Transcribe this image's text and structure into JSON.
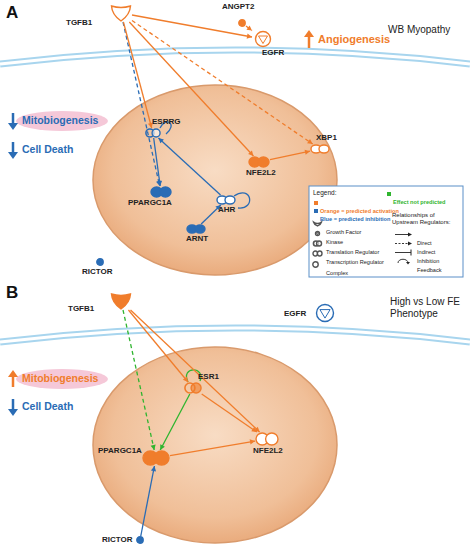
{
  "diagram": {
    "nodes": [
      {
        "text": [
          "TGFB1"
        ]
      },
      {
        "text": [
          "ANGPT2"
        ]
      },
      {
        "text": [
          "EGFR"
        ]
      },
      {
        "text": [
          "ESRRG"
        ]
      },
      {
        "text": [
          "XBP1"
        ]
      },
      {
        "text": [
          "NFE2L2"
        ]
      },
      {
        "text": [
          "PPARGC1A"
        ]
      },
      {
        "text": [
          "AHR"
        ]
      },
      {
        "text": [
          "ARNT"
        ]
      },
      {
        "text": [
          "RICTOR"
        ]
      },
      {
        "text": [
          "TGFB1"
        ]
      },
      {
        "text": [
          "EGFR"
        ]
      },
      {
        "text": [
          "ESR1"
        ]
      },
      {
        "text": [
          "PPARGC1A"
        ]
      },
      {
        "text": [
          "NFE2L2"
        ]
      },
      {
        "text": [
          "RICTOR"
        ]
      }
    ],
    "edges": [
      {
        "from": 0,
        "to": 2,
        "arrow": "to"
      },
      {
        "from": 1,
        "to": 2,
        "arrow": "to"
      },
      {
        "from": 0,
        "to": 6,
        "arrow": "to"
      },
      {
        "from": 0,
        "to": 3,
        "arrow": "to"
      },
      {
        "from": 0,
        "to": 5,
        "arrow": "to"
      },
      {
        "from": 0,
        "to": 4,
        "arrow": "to"
      },
      {
        "from": 3,
        "to": 6,
        "arrow": "to"
      },
      {
        "from": 7,
        "to": 3,
        "arrow": "to"
      },
      {
        "from": 8,
        "to": 7,
        "arrow": "to"
      },
      {
        "from": 5,
        "to": 4,
        "arrow": "to"
      },
      {
        "from": 10,
        "to": 13,
        "arrow": "to"
      },
      {
        "from": 10,
        "to": 12,
        "arrow": "to"
      },
      {
        "from": 10,
        "to": 14,
        "arrow": "to"
      },
      {
        "from": 12,
        "to": 13,
        "arrow": "to"
      },
      {
        "from": 13,
        "to": 14,
        "arrow": "to"
      },
      {
        "from": 12,
        "to": 14,
        "arrow": "to"
      },
      {
        "from": 15,
        "to": 13,
        "arrow": "to"
      }
    ],
    "labels": [
      "A",
      "WB Myopathy",
      "Angiogenesis",
      "Mitobiogenesis",
      "Cell Death",
      "Legend:",
      "Relationships of Upstream Regulators:",
      "B",
      "High vs Low FE Phenotype",
      "Mitobiogenesis",
      "Cell Death"
    ],
    "legend": [
      {
        "text": "Orange = predicted activation",
        "color": "#f07d2c"
      },
      {
        "text": "Blue = predicted inhibition",
        "color": "#2a6cb5"
      },
      {
        "text": "Effect not predicted",
        "color": "#2fb52f"
      },
      {
        "text": "Growth Factor"
      },
      {
        "text": "Kinase"
      },
      {
        "text": "Translation Regulator"
      },
      {
        "text": "Transcription Regulator"
      },
      {
        "text": "Complex"
      },
      {
        "text": "Direct"
      },
      {
        "text": "Indirect"
      },
      {
        "text": "Inhibition"
      },
      {
        "text": "Feedback"
      }
    ]
  }
}
